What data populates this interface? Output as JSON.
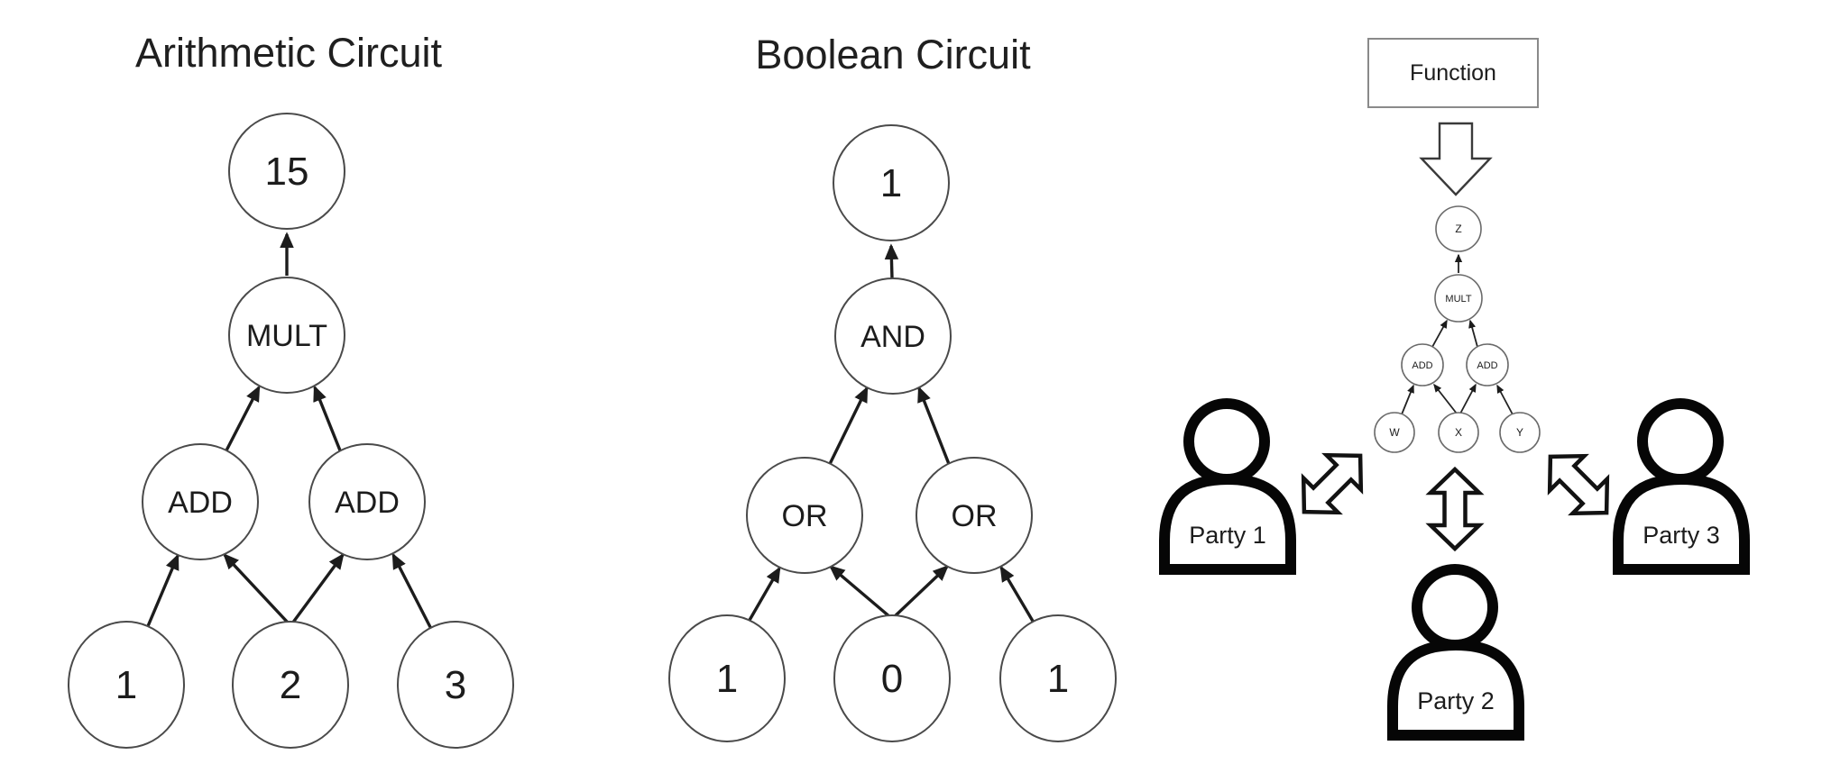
{
  "colors": {
    "background": "#ffffff",
    "line": "#1c1c1c",
    "node_stroke": "#4a4a4a",
    "icon_stroke": "#060606"
  },
  "arithmetic_circuit": {
    "title": "Arithmetic Circuit",
    "output": "15",
    "gate_top": "MULT",
    "gate_left": "ADD",
    "gate_right": "ADD",
    "inputs": [
      "1",
      "2",
      "3"
    ]
  },
  "boolean_circuit": {
    "title": "Boolean Circuit",
    "output": "1",
    "gate_top": "AND",
    "gate_left": "OR",
    "gate_right": "OR",
    "inputs": [
      "1",
      "0",
      "1"
    ]
  },
  "mpc_diagram": {
    "function_label": "Function",
    "shared_circuit": {
      "output": "Z",
      "gate_top": "MULT",
      "gate_left": "ADD",
      "gate_right": "ADD",
      "inputs": [
        "W",
        "X",
        "Y"
      ]
    },
    "parties": [
      {
        "label": "Party 1"
      },
      {
        "label": "Party 2"
      },
      {
        "label": "Party 3"
      }
    ]
  }
}
